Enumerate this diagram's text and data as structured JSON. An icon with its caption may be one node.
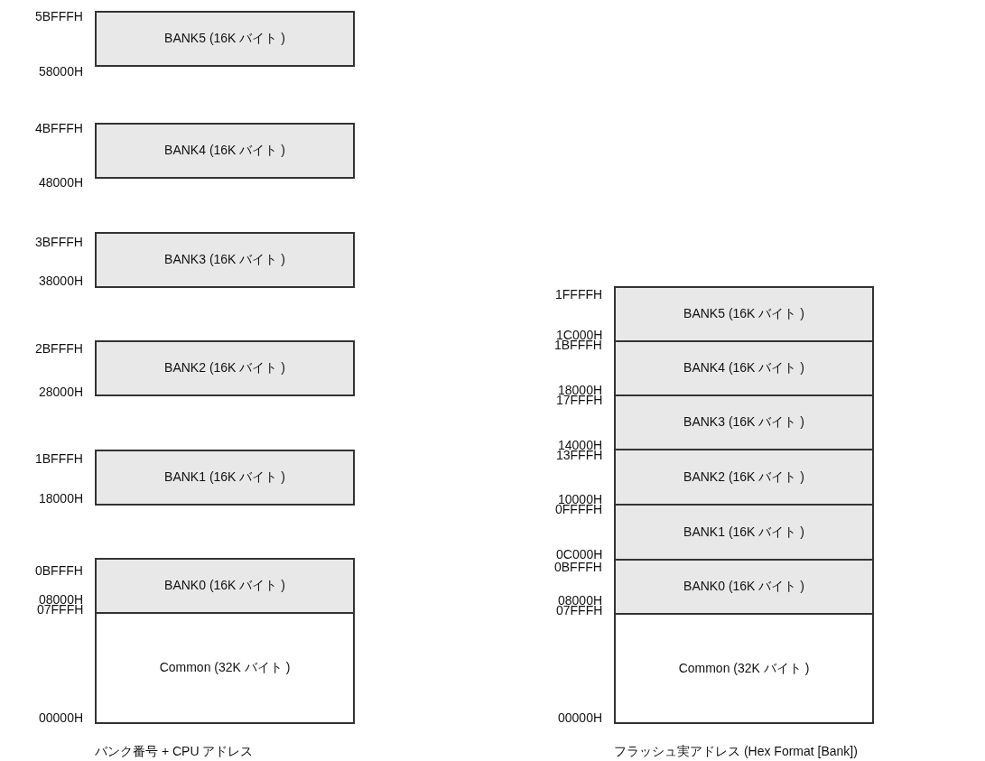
{
  "diagram": {
    "nodes": [
      {
        "text": [
          "BANK5 (16K バイト )"
        ]
      },
      {
        "text": [
          "BANK4 (16K バイト )"
        ]
      },
      {
        "text": [
          "BANK3 (16K バイト )"
        ]
      },
      {
        "text": [
          "BANK2 (16K バイト )"
        ]
      },
      {
        "text": [
          "BANK1 (16K バイト )"
        ]
      },
      {
        "text": [
          "BANK0 (16K バイト )"
        ]
      },
      {
        "text": [
          "Common (32K バイト )"
        ]
      },
      {
        "text": [
          "BANK5 (16K バイト )"
        ]
      },
      {
        "text": [
          "BANK4 (16K バイト )"
        ]
      },
      {
        "text": [
          "BANK3 (16K バイト )"
        ]
      },
      {
        "text": [
          "BANK2 (16K バイト )"
        ]
      },
      {
        "text": [
          "BANK1 (16K バイト )"
        ]
      },
      {
        "text": [
          "BANK0 (16K バイト )"
        ]
      },
      {
        "text": [
          "Common (32K バイト )"
        ]
      }
    ],
    "labels": [
      "5BFFFH",
      "58000H",
      "4BFFFH",
      "48000H",
      "3BFFFH",
      "38000H",
      "2BFFFH",
      "28000H",
      "1BFFFH",
      "18000H",
      "0BFFFH",
      "08000H",
      "07FFFH",
      "00000H",
      "1FFFFH",
      "1C000H",
      "1BFFFH",
      "18000H",
      "17FFFH",
      "14000H",
      "13FFFH",
      "10000H",
      "0FFFFH",
      "0C000H",
      "0BFFFH",
      "08000H",
      "07FFFH",
      "00000H",
      "バンク番号 + CPU アドレス",
      "フラッシュ実アドレス (Hex Format [Bank])"
    ]
  }
}
